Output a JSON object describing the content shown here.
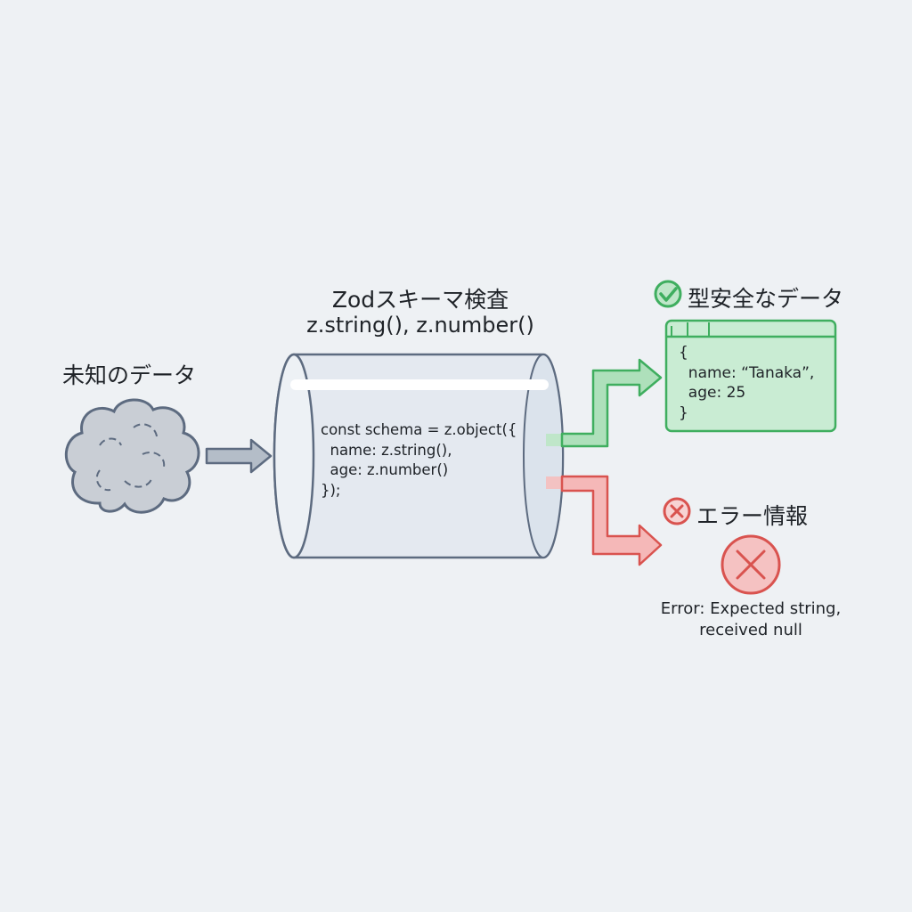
{
  "unknown_data": {
    "label": "未知のデータ"
  },
  "zod": {
    "title": "Zodスキーマ検査",
    "subtitle": "z.string(), z.number()",
    "code": [
      "const schema = z.object({",
      "  name: z.string(),",
      "  age: z.number()",
      "});"
    ]
  },
  "success": {
    "label": "型安全なデータ",
    "json": [
      "{",
      "  name: “Tanaka”,",
      "  age: 25",
      "}"
    ],
    "color": "#3fae5f"
  },
  "error": {
    "label": "エラー情報",
    "message": [
      "Error: Expected string,",
      "received null"
    ],
    "color": "#d9534f"
  },
  "icons": [
    "cloud-icon",
    "arrow-right-icon",
    "check-circle-icon",
    "x-circle-icon"
  ]
}
